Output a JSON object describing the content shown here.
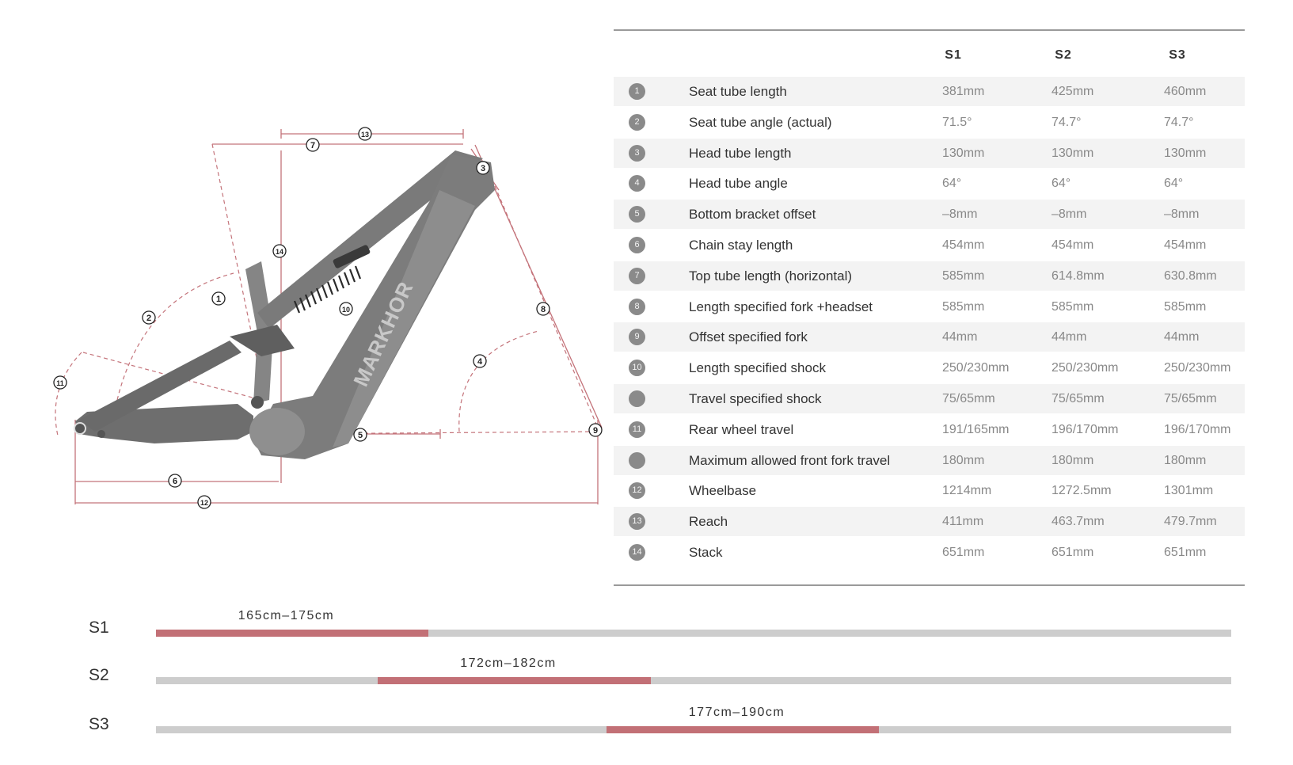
{
  "diagram": {
    "dimension_numbers": [
      "1",
      "2",
      "3",
      "4",
      "5",
      "6",
      "7",
      "8",
      "9",
      "10",
      "11",
      "12",
      "13",
      "14"
    ],
    "frame_brand": "MARKHOR"
  },
  "table": {
    "headers": [
      "S1",
      "S2",
      "S3"
    ],
    "rows": [
      {
        "num": "1",
        "label": "Seat tube length",
        "s1": "381mm",
        "s2": "425mm",
        "s3": "460mm"
      },
      {
        "num": "2",
        "label": "Seat tube angle (actual)",
        "s1": "71.5°",
        "s2": "74.7°",
        "s3": "74.7°"
      },
      {
        "num": "3",
        "label": "Head tube length",
        "s1": "130mm",
        "s2": "130mm",
        "s3": "130mm"
      },
      {
        "num": "4",
        "label": "Head tube angle",
        "s1": "64°",
        "s2": "64°",
        "s3": "64°"
      },
      {
        "num": "5",
        "label": "Bottom bracket offset",
        "s1": "–8mm",
        "s2": "–8mm",
        "s3": "–8mm"
      },
      {
        "num": "6",
        "label": "Chain stay length",
        "s1": "454mm",
        "s2": "454mm",
        "s3": "454mm"
      },
      {
        "num": "7",
        "label": "Top tube length (horizontal)",
        "s1": "585mm",
        "s2": "614.8mm",
        "s3": "630.8mm"
      },
      {
        "num": "8",
        "label": "Length specified fork +headset",
        "s1": "585mm",
        "s2": "585mm",
        "s3": "585mm"
      },
      {
        "num": "9",
        "label": "Offset specified fork",
        "s1": "44mm",
        "s2": "44mm",
        "s3": "44mm"
      },
      {
        "num": "10",
        "label": "Length specified shock",
        "s1": "250/230mm",
        "s2": "250/230mm",
        "s3": "250/230mm"
      },
      {
        "num": "",
        "label": "Travel specified shock",
        "s1": "75/65mm",
        "s2": "75/65mm",
        "s3": "75/65mm"
      },
      {
        "num": "11",
        "label": "Rear wheel travel",
        "s1": "191/165mm",
        "s2": "196/170mm",
        "s3": "196/170mm"
      },
      {
        "num": "",
        "label": "Maximum allowed front fork travel",
        "s1": "180mm",
        "s2": "180mm",
        "s3": "180mm"
      },
      {
        "num": "12",
        "label": "Wheelbase",
        "s1": "1214mm",
        "s2": "1272.5mm",
        "s3": "1301mm"
      },
      {
        "num": "13",
        "label": "Reach",
        "s1": "411mm",
        "s2": "463.7mm",
        "s3": "479.7mm"
      },
      {
        "num": "14",
        "label": "Stack",
        "s1": "651mm",
        "s2": "651mm",
        "s3": "651mm"
      }
    ]
  },
  "sizes": [
    {
      "name": "S1",
      "range": "165cm–175cm",
      "start_frac": 0.0,
      "end_frac": 0.253
    },
    {
      "name": "S2",
      "range": "172cm–182cm",
      "start_frac": 0.206,
      "end_frac": 0.46
    },
    {
      "name": "S3",
      "range": "177cm–190cm",
      "start_frac": 0.419,
      "end_frac": 0.672
    }
  ],
  "colors": {
    "accent": "#c27076",
    "track": "#cdcdcd",
    "dim_line": "#c4737a",
    "frame": "#6e6e6e"
  }
}
